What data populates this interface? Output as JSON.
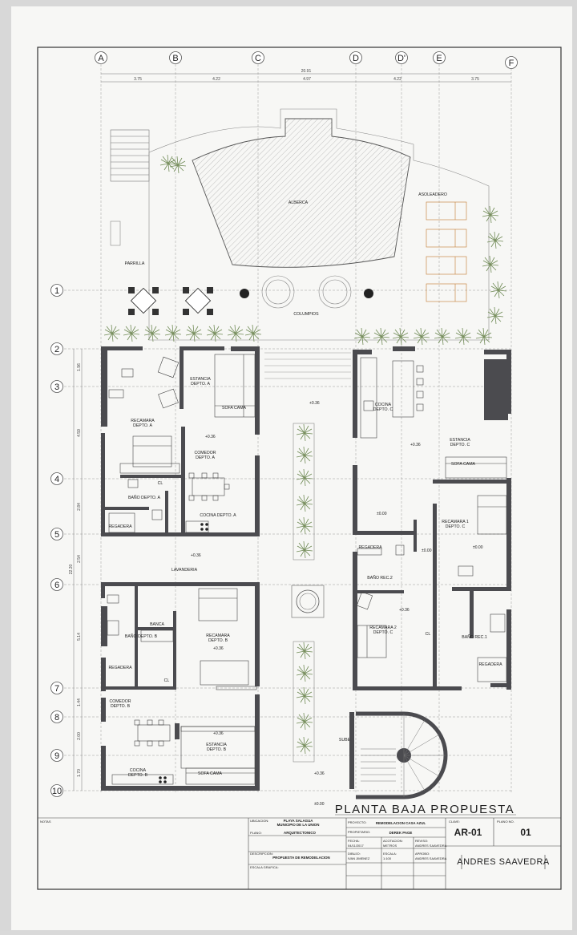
{
  "sheet": {
    "title": "PLANTA BAJA PROPUESTA",
    "axes_columns": [
      "A",
      "B",
      "C",
      "D",
      "D'",
      "E",
      "F"
    ],
    "axes_rows": [
      "1",
      "2",
      "3",
      "4",
      "5",
      "6",
      "7",
      "8",
      "9",
      "10"
    ],
    "overall_dimension": "20.91",
    "column_dimensions": [
      "3.75",
      "4.22",
      "4.97",
      "4.22",
      "3.75"
    ],
    "row_dimensions": [
      "1.96",
      "4.59",
      "2.84",
      "2.54",
      "5.14",
      "1.44",
      "2.00",
      "1.70"
    ],
    "total_row_dimension": "22.20"
  },
  "outdoor": {
    "pool": "ALBERCA",
    "sunbeds": "ASOLEADERO",
    "grill": "PARRILLA",
    "swings": "COLUMPIOS"
  },
  "apartment_a": {
    "living": "ESTANCIA\nDEPTO. A",
    "sofa": "SOFA CAMA",
    "bedroom": "RECAMARA\nDEPTO. A",
    "dining": "COMEDOR\nDEPTO. A",
    "closet": "CL",
    "bath": "BAÑO DEPTO. A",
    "shower": "REGADERA",
    "kitchen": "COCINA DEPTO. A"
  },
  "common": {
    "laundry": "LAVANDERIA",
    "stairs": "SUBE"
  },
  "apartment_b": {
    "bench": "BANCA",
    "bath": "BAÑO DEPTO. B",
    "shower": "REGADERA",
    "closet": "CL",
    "bedroom": "RECAMARA\nDEPTO. B",
    "dining": "COMEDOR\nDEPTO. B",
    "living": "ESTANCIA\nDEPTO. B",
    "kitchen": "COCINA\nDEPTO. B",
    "sofa": "SOFA CAMA"
  },
  "apartment_c": {
    "kitchen": "COCINA\nDEPTO. C",
    "living": "ESTANCIA\nDEPTO. C",
    "sofa": "SOFA CAMA",
    "bedroom1": "RECAMARA 1\nDEPTO. C",
    "shower": "REGADERA",
    "bath2": "BAÑO REC.2",
    "bedroom2": "RECAMARA 2\nDEPTO. C",
    "closet": "CL",
    "bath1": "BAÑO REC.1",
    "shower2": "REGADERA"
  },
  "levels": {
    "plus036": "+0.36",
    "zero": "±0.00"
  },
  "title_block": {
    "notes": "NOTAS",
    "location_label": "UBICACION:",
    "location_value": "PLAYA SALAGUA\nMUNICIPIO DE LA UNION",
    "plan_label": "PLANO:",
    "plan_value": "ARQUITECTONICO",
    "description_label": "DESCRIPCION:",
    "description_value": "PROPUESTA DE REMODELACION",
    "scale_label": "ESCALA GRAFICA:",
    "project_label": "PROYECTO:",
    "project_value": "REMODELACION CASA AZUL",
    "owner_label": "PROPIETARIO:",
    "owner_value": "DEREK PAGE",
    "date_label": "FECHA:",
    "date_value": "04/11/2017",
    "units_label": "ACOTACION:",
    "units_value": "METROS",
    "drew_label": "DIBUJO:",
    "drew_value": "IVAN JIMENEZ",
    "scale_value_label": "ESCALA:",
    "scale_value": "1:100",
    "reviewed_label": "REVISO:",
    "reviewed_value": "ANDRES SAAVEDRA",
    "approved_label": "APROBO:",
    "approved_value": "ANDRES SAAVEDRA",
    "key_label": "CLAVE:",
    "key_value": "AR-01",
    "sheet_label": "PLANO NO.",
    "sheet_value": "01",
    "signature": "ANDRES SAAVEDRA"
  }
}
